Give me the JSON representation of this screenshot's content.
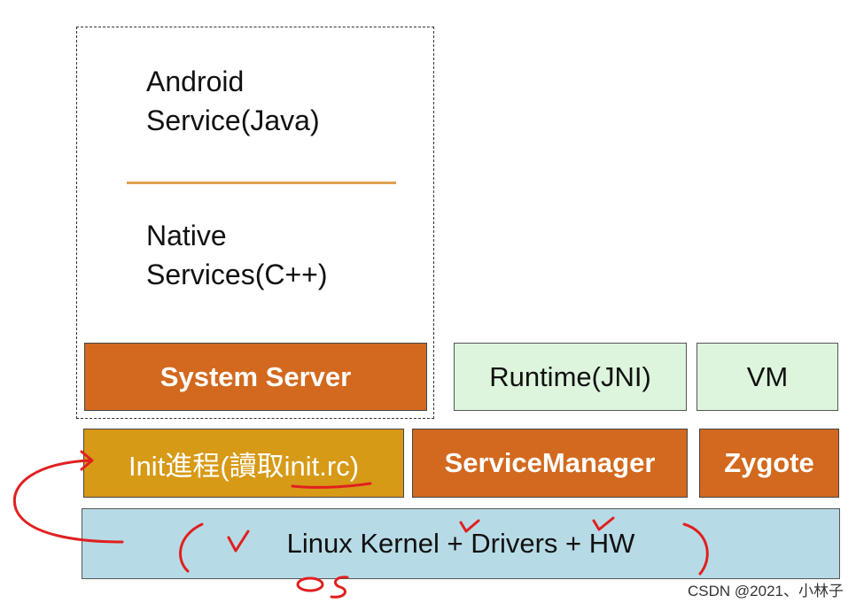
{
  "services_box": {
    "android_line1": "Android",
    "android_line2": "Service(Java)",
    "native_line1": "Native",
    "native_line2": "Services(C++)"
  },
  "blocks": {
    "system_server": "System Server",
    "runtime": "Runtime(JNI)",
    "vm": "VM",
    "init": "Init進程(讀取init.rc)",
    "service_manager": "ServiceManager",
    "zygote": "Zygote",
    "kernel": "Linux Kernel + Drivers + HW"
  },
  "annotations": {
    "os_label": "OS"
  },
  "watermark": "CSDN @2021、小林子",
  "colors": {
    "orange_block": "#d2691e",
    "init_block": "#d79a16",
    "light_green": "#dcf5dc",
    "kernel_blue": "#b7dbe6",
    "divider": "#e0a050",
    "annotation_red": "#e02020"
  }
}
